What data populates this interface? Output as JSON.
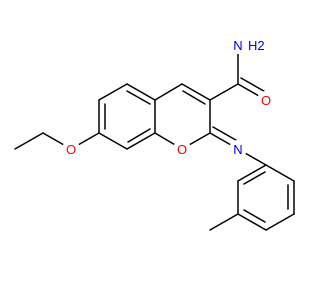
{
  "molecule": {
    "labels": {
      "amide_n": "N",
      "amide_h2": "H2",
      "amide_o": "O",
      "ether_o": "O",
      "ring_o": "O",
      "imine_n": "N"
    },
    "colors": {
      "bond": "#000000",
      "oxygen": "#ff0000",
      "nitrogen": "#0000ff",
      "background": "#ffffff"
    }
  }
}
